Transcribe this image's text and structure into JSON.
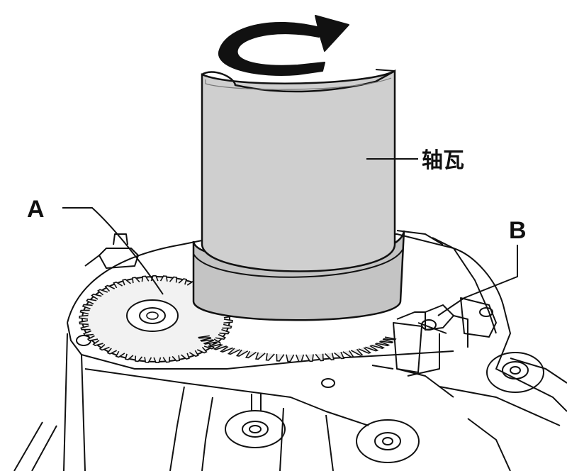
{
  "diagram": {
    "labels": {
      "callout_a": "A",
      "callout_b": "B",
      "bearing_shell": "轴瓦"
    },
    "icons": {
      "rotation": "rotate-arrow-icon"
    },
    "colors": {
      "ink": "#111111",
      "sleeve_fill": "#cfcfcf",
      "sleeve_band": "#c4c4c4",
      "paper": "#ffffff"
    }
  }
}
